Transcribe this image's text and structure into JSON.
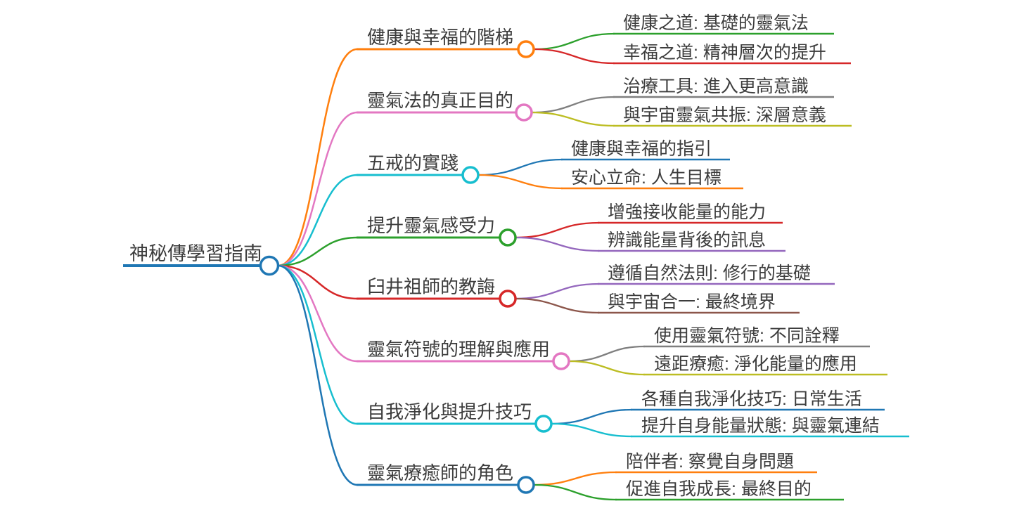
{
  "canvas": {
    "background": "#ffffff",
    "text_color": "#3c3c3c"
  },
  "root": {
    "label": "神秘傳學習指南",
    "color": "#1f77b4"
  },
  "branches": [
    {
      "label": "健康與幸福的階梯",
      "color": "#ff7f0e",
      "children": [
        {
          "label": "健康之道: 基礎的靈氣法",
          "color": "#2ca02c"
        },
        {
          "label": "幸福之道: 精神層次的提升",
          "color": "#d62728"
        }
      ]
    },
    {
      "label": "靈氣法的真正目的",
      "color": "#e377c2",
      "children": [
        {
          "label": "治療工具: 進入更高意識",
          "color": "#7f7f7f"
        },
        {
          "label": "與宇宙靈氣共振: 深層意義",
          "color": "#bcbd22"
        }
      ]
    },
    {
      "label": "五戒的實踐",
      "color": "#17becf",
      "children": [
        {
          "label": "健康與幸福的指引",
          "color": "#1f77b4"
        },
        {
          "label": "安心立命: 人生目標",
          "color": "#ff7f0e"
        }
      ]
    },
    {
      "label": "提升靈氣感受力",
      "color": "#2ca02c",
      "children": [
        {
          "label": "增強接收能量的能力",
          "color": "#d62728"
        },
        {
          "label": "辨識能量背後的訊息",
          "color": "#9467bd"
        }
      ]
    },
    {
      "label": "臼井祖師的教誨",
      "color": "#d62728",
      "children": [
        {
          "label": "遵循自然法則: 修行的基礎",
          "color": "#9467bd"
        },
        {
          "label": "與宇宙合一: 最終境界",
          "color": "#8c564b"
        }
      ]
    },
    {
      "label": "靈氣符號的理解與應用",
      "color": "#e377c2",
      "children": [
        {
          "label": "使用靈氣符號: 不同詮釋",
          "color": "#7f7f7f"
        },
        {
          "label": "遠距療癒: 淨化能量的應用",
          "color": "#bcbd22"
        }
      ]
    },
    {
      "label": "自我淨化與提升技巧",
      "color": "#17becf",
      "children": [
        {
          "label": "各種自我淨化技巧: 日常生活",
          "color": "#1f77b4"
        },
        {
          "label": "提升自身能量狀態: 與靈氣連結",
          "color": "#17becf"
        }
      ]
    },
    {
      "label": "靈氣療癒師的角色",
      "color": "#1f77b4",
      "children": [
        {
          "label": "陪伴者: 察覺自身問題",
          "color": "#ff7f0e"
        },
        {
          "label": "促進自我成長: 最終目的",
          "color": "#2ca02c"
        }
      ]
    }
  ]
}
